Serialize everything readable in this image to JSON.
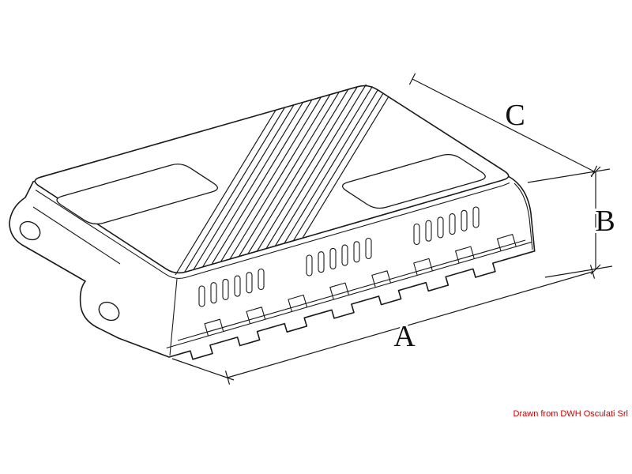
{
  "drawing": {
    "type": "technical-isometric-view",
    "subject": "finned electronic device enclosure (battery charger style box)",
    "background_color": "#ffffff",
    "line_color": "#1a1a1a"
  },
  "dimensions": {
    "a": {
      "label": "A"
    },
    "b": {
      "label": "B"
    },
    "c": {
      "label": "C"
    }
  },
  "credit": {
    "text": "Drawn from DWH Osculati Srl",
    "color": "#cc0000"
  }
}
